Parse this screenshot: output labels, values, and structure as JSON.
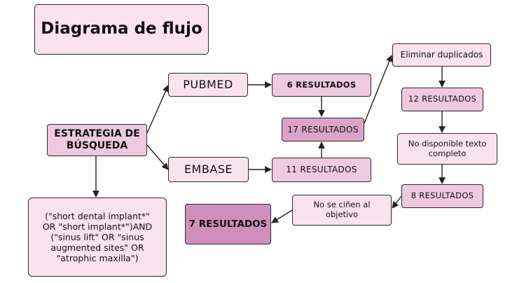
{
  "title": "Diagrama de flujo",
  "nodes": {
    "strategy": [
      "ESTRATEGIA DE",
      "BÚSQUEDA"
    ],
    "query": [
      "(\"short dental implant*\"",
      "OR \"short implant*\")AND",
      "(\"sinus lift\" OR \"sinus",
      "augmented sites\" OR",
      "\"atrophic maxilla\")"
    ],
    "pubmed": "PUBMED",
    "embase": "EMBASE",
    "pubmed_results": "6 RESULTADOS",
    "embase_results": "11 RESULTADOS",
    "total_results": "17 RESULTADOS",
    "remove_duplicates": "Eliminar duplicados",
    "after_duplicates": "12 RESULTADOS",
    "no_full_text": [
      "No disponible texto",
      "completo"
    ],
    "after_full_text": "8 RESULTADOS",
    "not_objective": [
      "No se ciñen al",
      "objetivo"
    ],
    "final_results": "7 RESULTADOS"
  }
}
